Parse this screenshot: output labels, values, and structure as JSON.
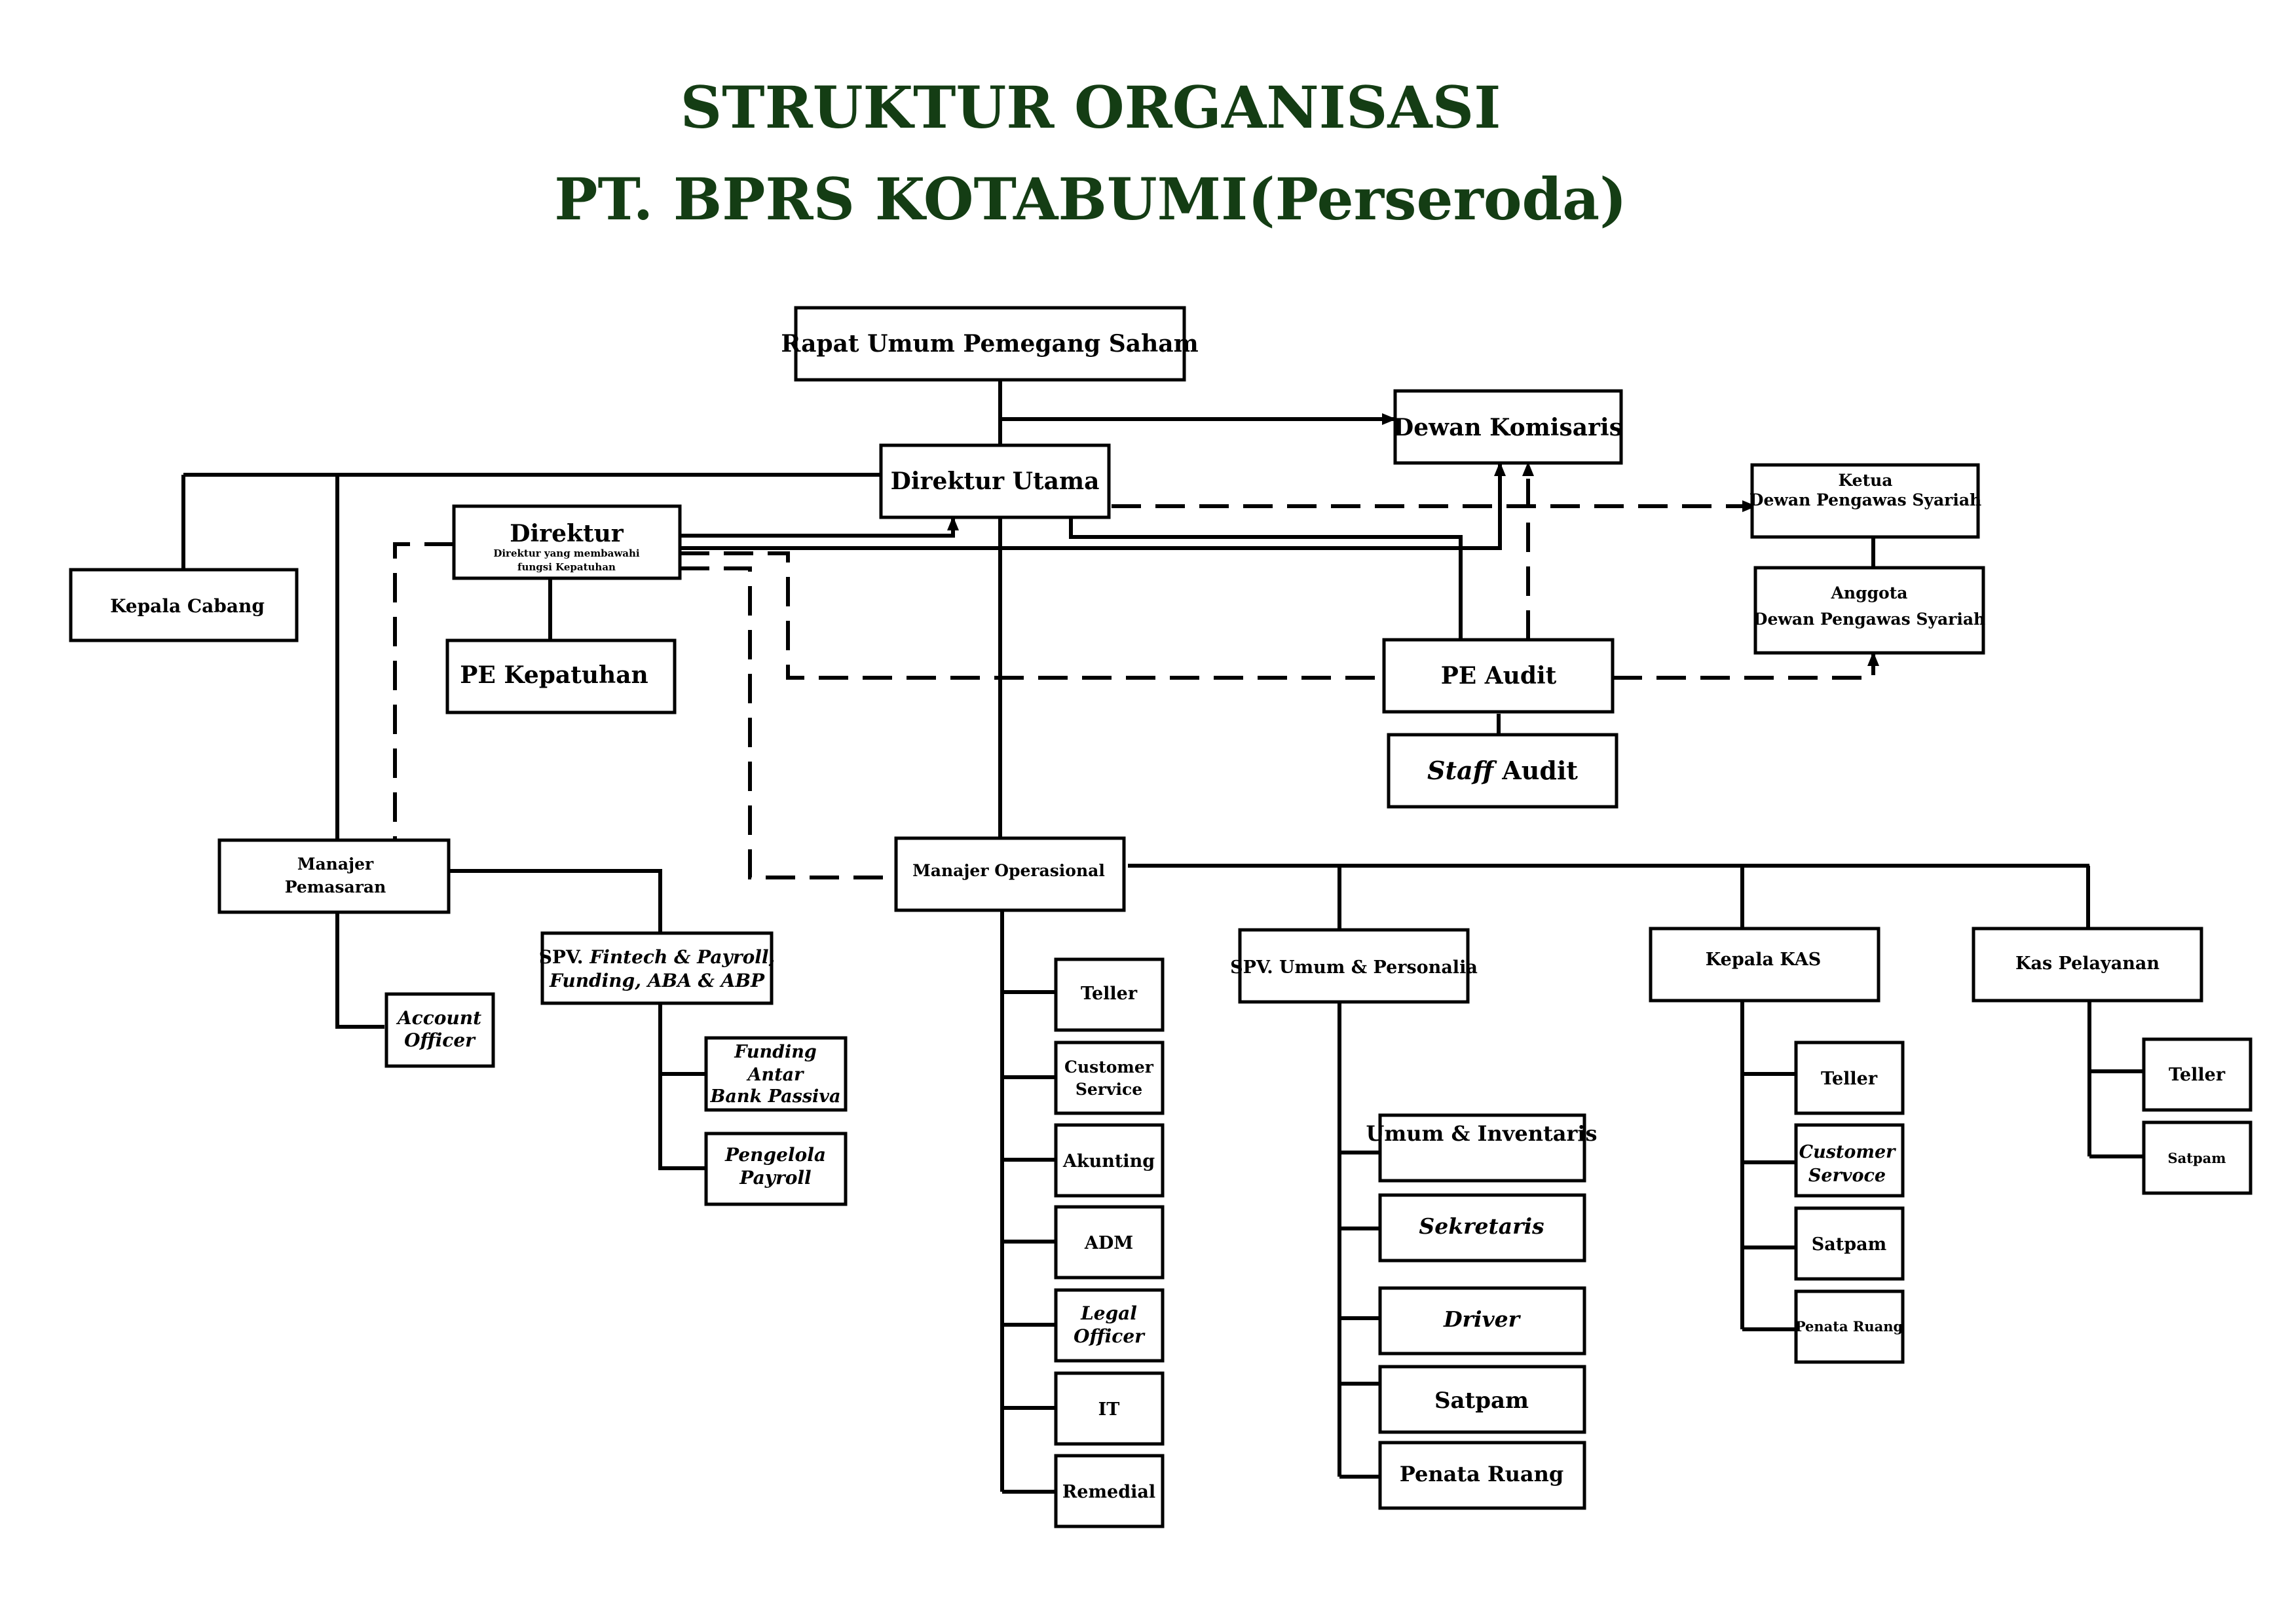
{
  "title": {
    "line1": "STRUKTUR ORGANISASI",
    "line2": "PT. BPRS KOTABUMI(Perseroda)"
  },
  "colors": {
    "title": "#143d14",
    "line": "#000000",
    "box_border": "#000000"
  },
  "nodes": {
    "rups": "Rapat Umum Pemegang Saham",
    "dewan_komisaris": "Dewan Komisaris",
    "direktur_utama": "Direktur Utama",
    "ketua_dps": {
      "line1": "Ketua",
      "line2": "Dewan Pengawas Syariah"
    },
    "anggota_dps": {
      "line1": "Anggota",
      "line2": "Dewan Pengawas Syariah"
    },
    "direktur": {
      "title": "Direktur",
      "sub1": "Direktur yang membawahi",
      "sub2": "fungsi Kepatuhan"
    },
    "kepala_cabang": "Kepala Cabang",
    "pe_kepatuhan": "PE Kepatuhan",
    "pe_audit": "PE Audit",
    "staff_audit": {
      "italic": "Staff",
      "rest": " Audit"
    },
    "manajer_pemasaran": {
      "line1": "Manajer",
      "line2": "Pemasaran"
    },
    "account_officer": {
      "line1": "Account",
      "line2": "Officer"
    },
    "spv_fintech": {
      "line1_plain": "SPV. ",
      "line1_italic": "Fintech & Payroll,",
      "line2": "Funding, ABA & ABP"
    },
    "funding_antar_bank": {
      "line1": "Funding",
      "line2": "Antar",
      "line3": "Bank Passiva"
    },
    "pengelola_payroll": {
      "line1": "Pengelola",
      "line2": "Payroll"
    },
    "manajer_operasional": "Manajer Operasional",
    "ops_teller": "Teller",
    "customer_service": {
      "line1": "Customer",
      "line2": "Service"
    },
    "akunting": "Akunting",
    "adm": "ADM",
    "legal_officer": {
      "line1": "Legal",
      "line2": "Officer"
    },
    "it": "IT",
    "remedial": "Remedial",
    "spv_umum": "SPV. Umum & Personalia",
    "umum_inventaris": "Umum & Inventaris",
    "sekretaris": "Sekretaris",
    "driver": "Driver",
    "umum_satpam": "Satpam",
    "umum_penata_ruang": "Penata Ruang",
    "kepala_kas": "Kepala KAS",
    "kas_teller": "Teller",
    "kas_customer": {
      "line1": "Customer",
      "line2": "Servoce"
    },
    "kas_satpam": "Satpam",
    "kas_penata_ruang": "Penata Ruang",
    "kas_pelayanan": "Kas Pelayanan",
    "kp_teller": "Teller",
    "kp_satpam": "Satpam"
  }
}
